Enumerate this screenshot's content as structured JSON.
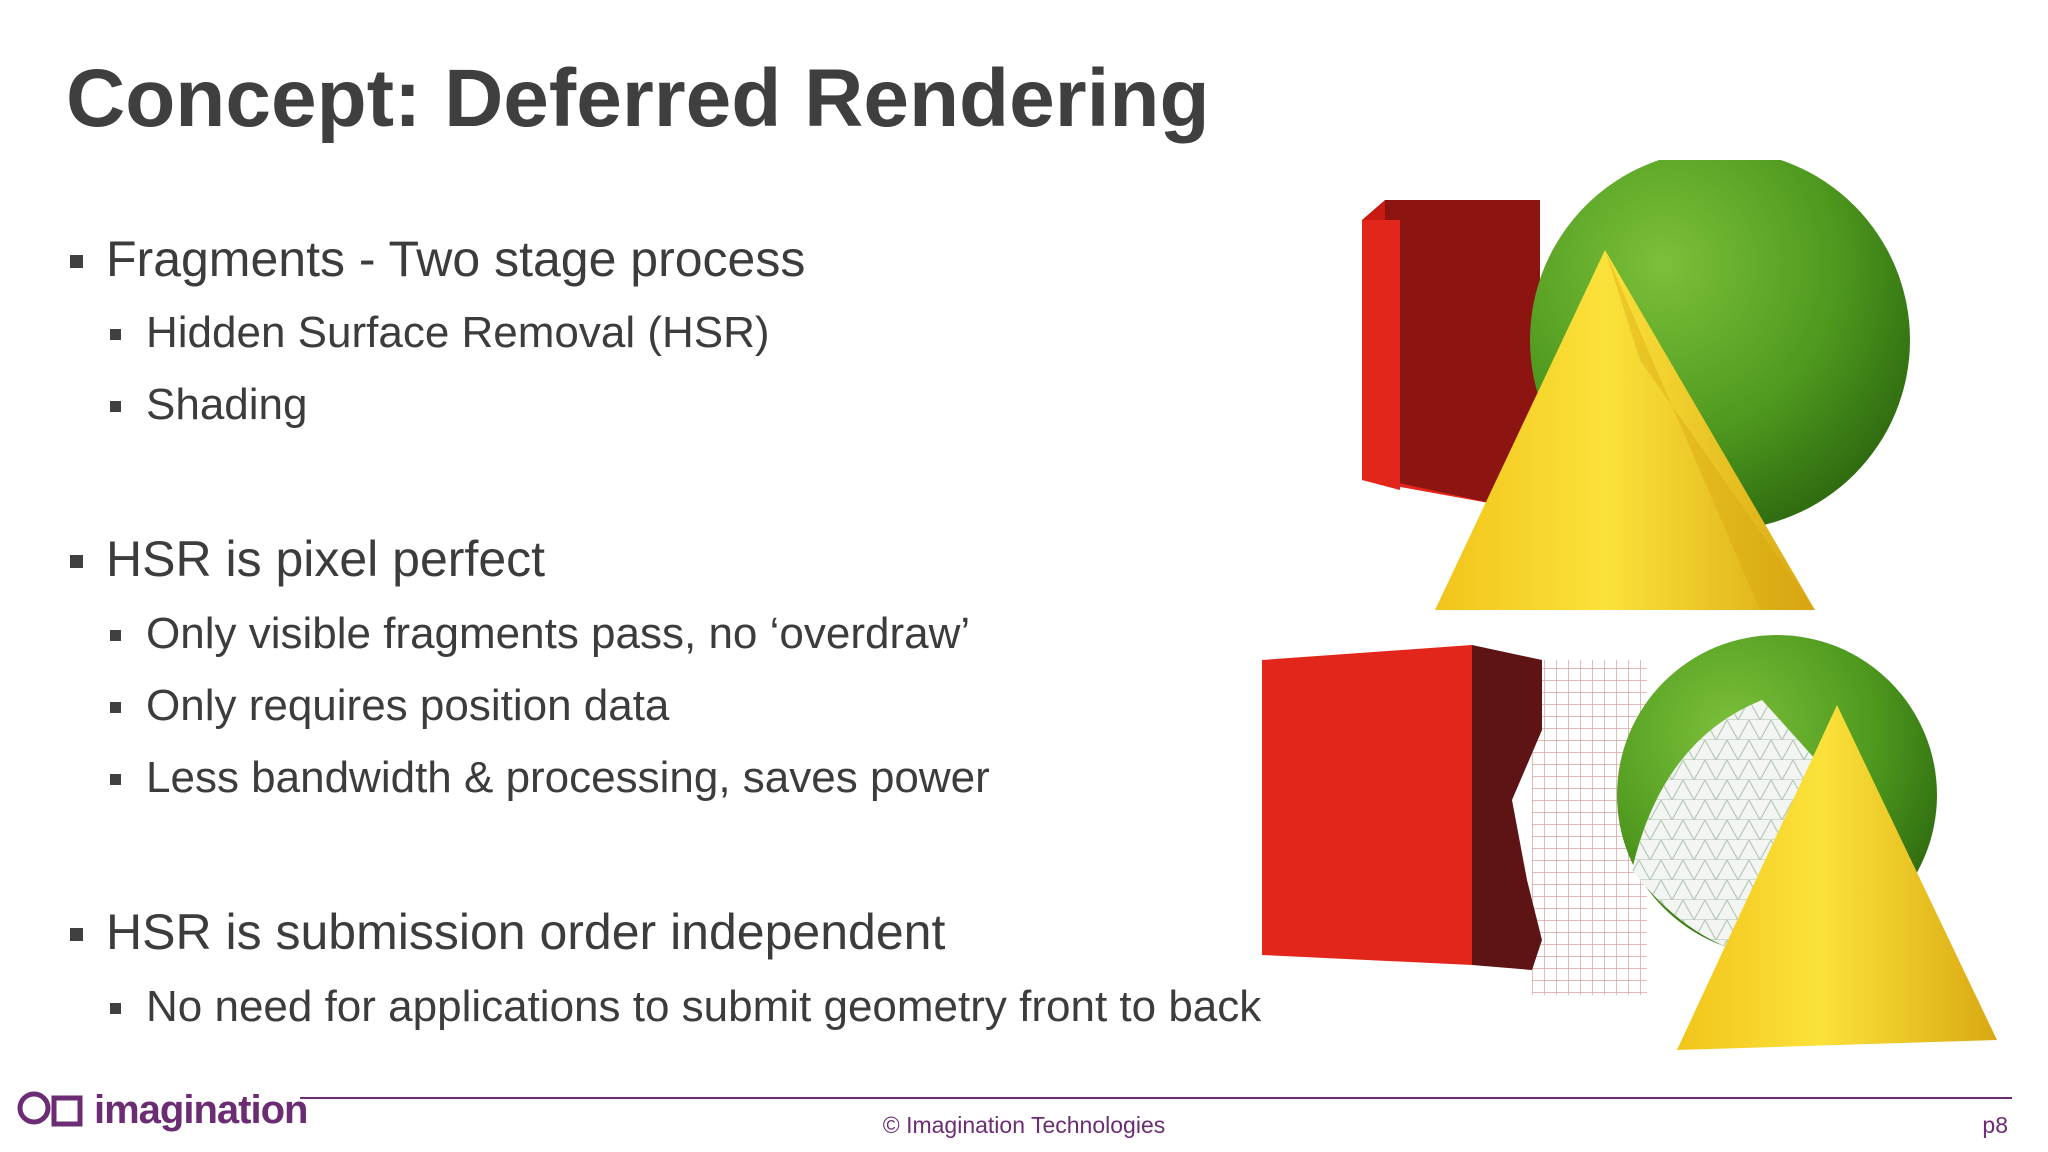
{
  "slide": {
    "title": "Concept: Deferred Rendering",
    "sections": [
      {
        "heading": "Fragments - Two stage process",
        "items": [
          "Hidden Surface Removal (HSR)",
          "Shading"
        ]
      },
      {
        "heading": "HSR is pixel perfect",
        "items": [
          "Only visible fragments pass, no ‘overdraw’",
          "Only requires position data",
          "Less bandwidth & processing, saves power"
        ]
      },
      {
        "heading": "HSR is submission order independent",
        "items": [
          "No need for applications to submit geometry front to back"
        ]
      }
    ]
  },
  "figures": {
    "top": {
      "icon": "red-cube-green-sphere-yellow-cone-rendered-icon"
    },
    "bottom": {
      "icon": "hidden-surfaces-wireframe-icon"
    }
  },
  "footer": {
    "logo_text": "imagination",
    "copyright": "© Imagination Technologies",
    "page": "p8"
  },
  "colors": {
    "brand_purple": "#6b2c73",
    "cube_red": "#e3261b",
    "sphere_green": "#4f9a1f",
    "cone_yellow": "#f6d21e"
  }
}
